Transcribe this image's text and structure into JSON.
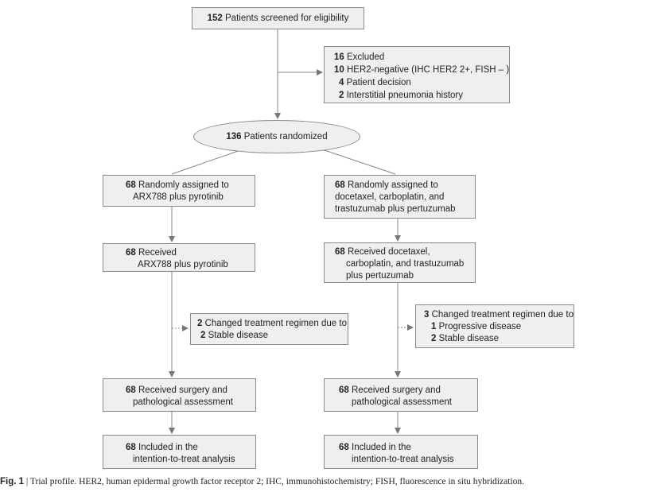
{
  "screened": {
    "n": "152",
    "text": "Patients screened for eligibility"
  },
  "excluded": {
    "total": {
      "n": "16",
      "text": "Excluded"
    },
    "items": [
      {
        "n": "10",
        "text": "HER2-negative (IHC HER2 2+, FISH – )"
      },
      {
        "n": "4",
        "text": "Patient decision"
      },
      {
        "n": "2",
        "text": "Interstitial pneumonia history"
      }
    ]
  },
  "randomized": {
    "n": "136",
    "text": "Patients randomized"
  },
  "left": {
    "assigned": {
      "n": "68",
      "line1": "Randomly assigned to",
      "line2": "ARX788 plus pyrotinib"
    },
    "received": {
      "n": "68",
      "line1": "Received",
      "line2": "ARX788 plus pyrotinib"
    },
    "changed": {
      "n": "2",
      "text": "Changed treatment regimen due to",
      "items": [
        {
          "n": "2",
          "text": "Stable disease"
        }
      ]
    },
    "surgery": {
      "n": "68",
      "line1": "Received surgery and",
      "line2": "pathological assessment"
    },
    "itt": {
      "n": "68",
      "line1": "Included in the",
      "line2": "intention-to-treat analysis"
    }
  },
  "right": {
    "assigned": {
      "n": "68",
      "line1": "Randomly assigned to",
      "line2": "docetaxel, carboplatin, and",
      "line3": "trastuzumab plus pertuzumab"
    },
    "received": {
      "n": "68",
      "line1": "Received docetaxel,",
      "line2": "carboplatin, and trastuzumab",
      "line3": "plus pertuzumab"
    },
    "changed": {
      "n": "3",
      "text": "Changed treatment regimen due to",
      "items": [
        {
          "n": "1",
          "text": "Progressive disease"
        },
        {
          "n": "2",
          "text": "Stable disease"
        }
      ]
    },
    "surgery": {
      "n": "68",
      "line1": "Received surgery and",
      "line2": "pathological assessment"
    },
    "itt": {
      "n": "68",
      "line1": "Included in the",
      "line2": "intention-to-treat analysis"
    }
  },
  "caption": {
    "label": "Fig. 1",
    "sep": " | ",
    "text": "Trial profile. HER2, human epidermal growth factor receptor 2; IHC, immunohistochemistry; FISH, fluorescence in situ hybridization."
  }
}
